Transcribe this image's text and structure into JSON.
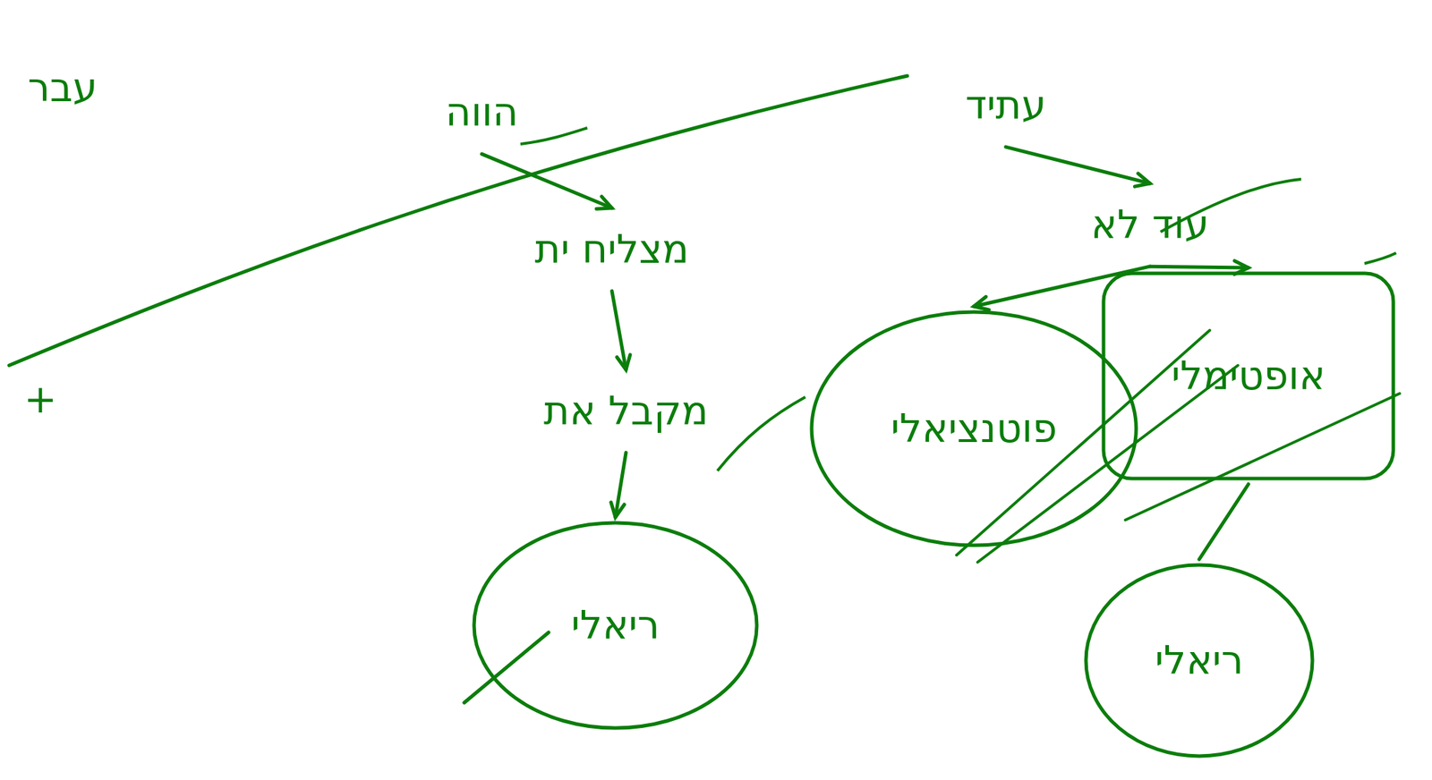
{
  "diagram": {
    "nodes": [
      {
        "text": [
          "עבר"
        ]
      },
      {
        "text": [
          "הווה"
        ]
      },
      {
        "text": [
          "מצליח ית"
        ]
      },
      {
        "text": [
          "מקבל את"
        ]
      },
      {
        "text": [
          "ריאלי"
        ]
      },
      {
        "text": [
          "עתיד"
        ]
      },
      {
        "text": [
          "עוד לא"
        ]
      },
      {
        "text": [
          "פוטנציאלי"
        ]
      },
      {
        "text": [
          "אופטימלי"
        ]
      },
      {
        "text": [
          "ריאלי"
        ]
      }
    ],
    "edges": [
      {
        "from": 1,
        "to": 2,
        "arrow": "to"
      },
      {
        "from": 2,
        "to": 3,
        "arrow": "to"
      },
      {
        "from": 3,
        "to": 4,
        "arrow": "to"
      },
      {
        "from": 5,
        "to": 6,
        "arrow": "to"
      },
      {
        "from": 6,
        "to": 7,
        "arrow": "to"
      },
      {
        "from": 6,
        "to": 8,
        "arrow": "to"
      },
      {
        "from": 8,
        "to": 9,
        "arrow": "none"
      }
    ],
    "labels": [
      "+"
    ]
  }
}
